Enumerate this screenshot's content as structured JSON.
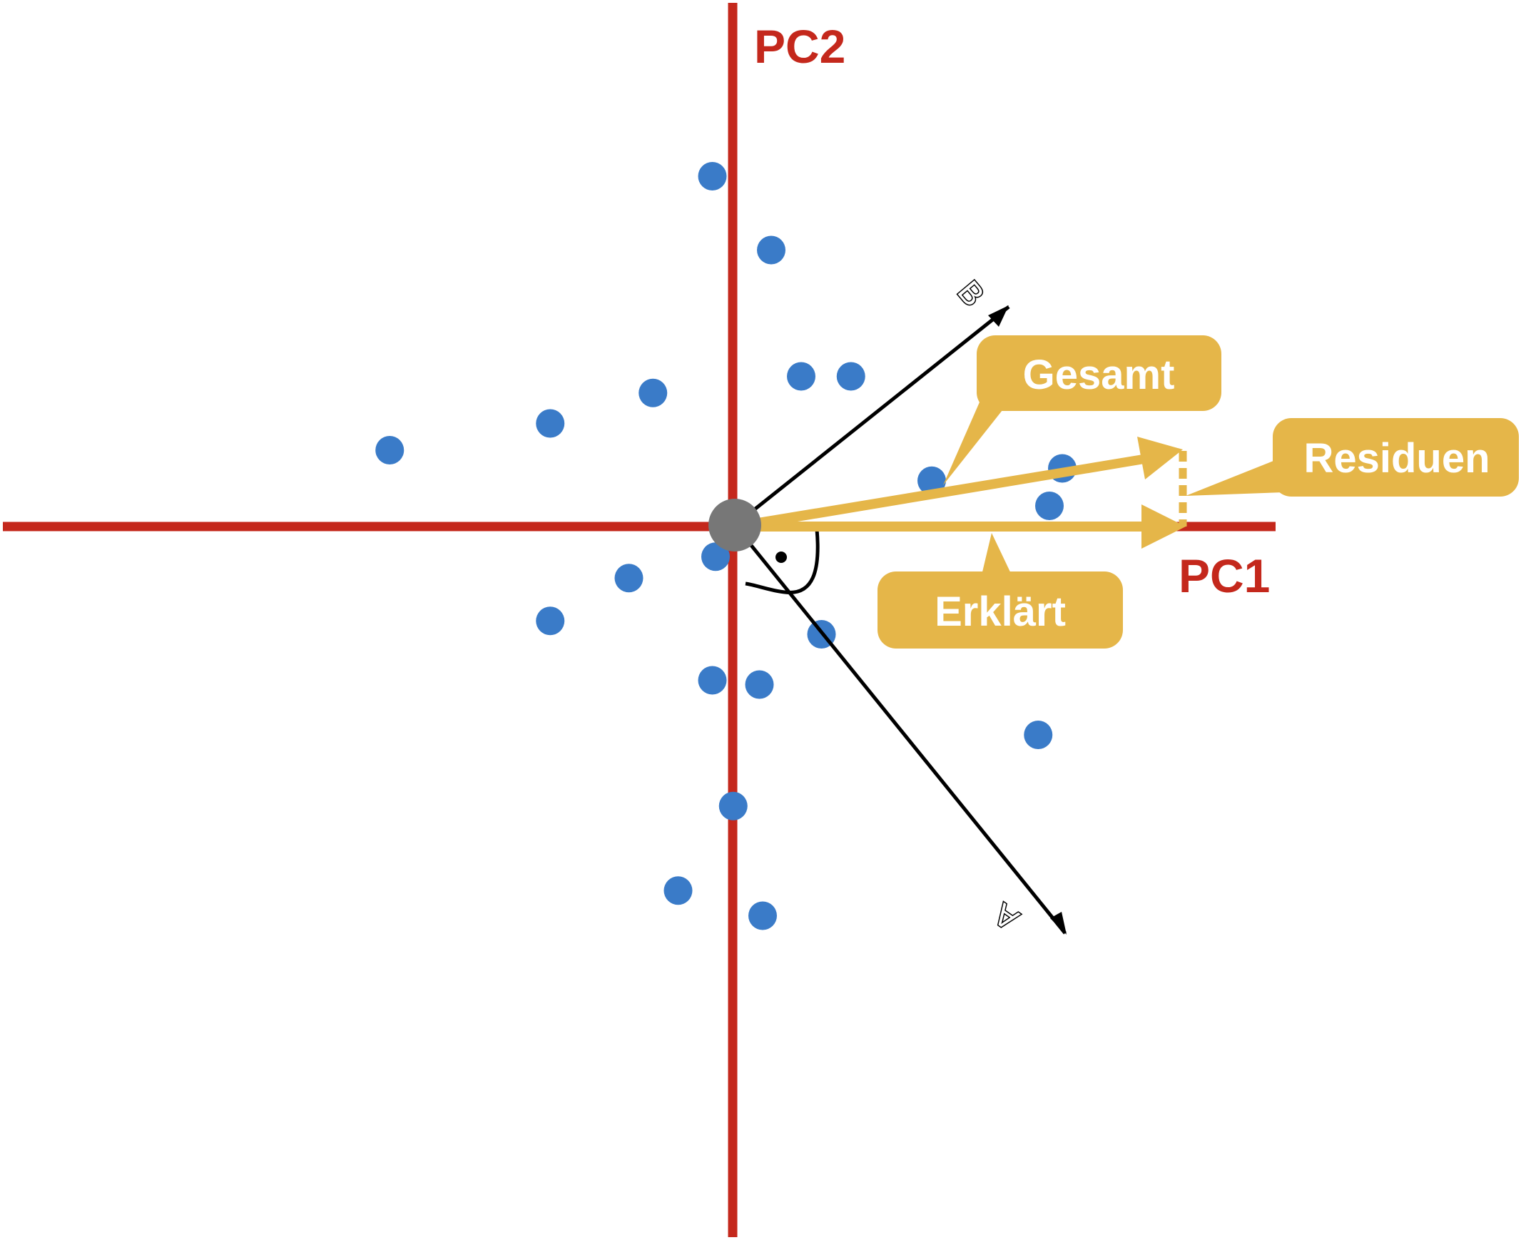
{
  "colors": {
    "axis": "#c4281c",
    "point": "#3a7bc8",
    "origin": "#777777",
    "callout": "#e5b649",
    "vector": "#000000"
  },
  "axes": {
    "pc1_label": "PC1",
    "pc2_label": "PC2"
  },
  "vectors": {
    "a_label": "A",
    "b_label": "B"
  },
  "callouts": {
    "gesamt": "Gesamt",
    "residuen": "Residuen",
    "erklaert": "Erklärt"
  },
  "points": [
    [
      -0.42,
      6.52
    ],
    [
      0.68,
      5.14
    ],
    [
      -1.53,
      2.47
    ],
    [
      -3.45,
      1.9
    ],
    [
      -6.45,
      1.4
    ],
    [
      1.24,
      2.78
    ],
    [
      2.17,
      2.78
    ],
    [
      3.68,
      0.83
    ],
    [
      6.12,
      1.06
    ],
    [
      5.88,
      0.36
    ],
    [
      -0.36,
      -0.59
    ],
    [
      -1.98,
      -0.99
    ],
    [
      -3.45,
      -1.79
    ],
    [
      1.62,
      -2.04
    ],
    [
      -0.42,
      -2.9
    ],
    [
      0.46,
      -2.98
    ],
    [
      5.67,
      -3.92
    ],
    [
      -0.03,
      -5.25
    ],
    [
      -1.06,
      -6.83
    ],
    [
      0.52,
      -7.3
    ]
  ],
  "annotations": {
    "right_angle_marker": "dot"
  }
}
